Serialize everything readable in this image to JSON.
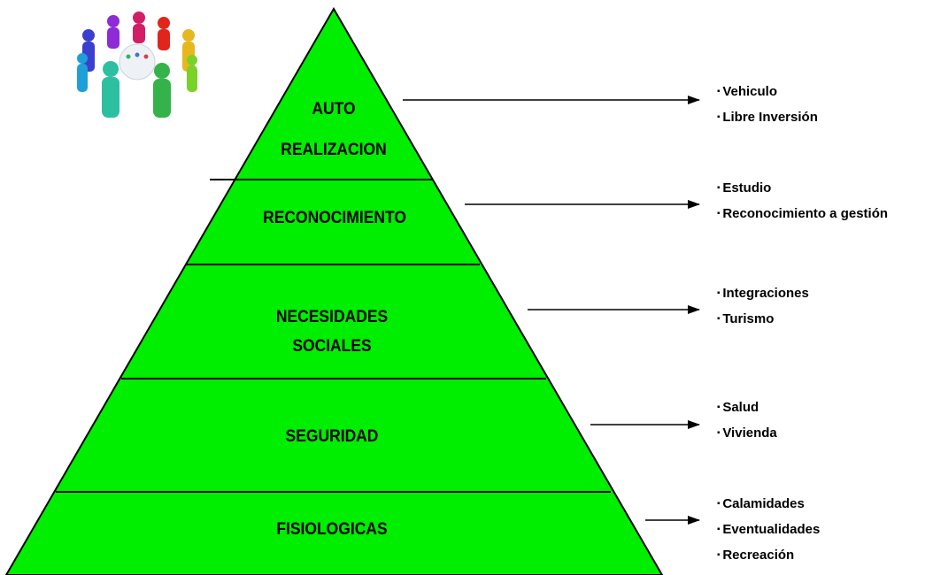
{
  "colors": {
    "pyramid_fill": "#00ee00",
    "outline": "#000000"
  },
  "logo": {
    "icon": "people-circle-icon"
  },
  "levels": [
    {
      "id": "auto-realizacion",
      "label_lines": [
        "AUTO",
        "REALIZACION"
      ],
      "items": [
        "Vehiculo",
        "Libre Inversión"
      ]
    },
    {
      "id": "reconocimiento",
      "label_lines": [
        "RECONOCIMIENTO"
      ],
      "items": [
        "Estudio",
        "Reconocimiento a gestión"
      ]
    },
    {
      "id": "necesidades-sociales",
      "label_lines": [
        "NECESIDADES",
        "SOCIALES"
      ],
      "items": [
        "Integraciones",
        "Turismo"
      ]
    },
    {
      "id": "seguridad",
      "label_lines": [
        "SEGURIDAD"
      ],
      "items": [
        "Salud",
        "Vivienda"
      ]
    },
    {
      "id": "fisiologicas",
      "label_lines": [
        "FISIOLOGICAS"
      ],
      "items": [
        "Calamidades",
        "Eventualidades",
        "Recreación"
      ]
    }
  ]
}
